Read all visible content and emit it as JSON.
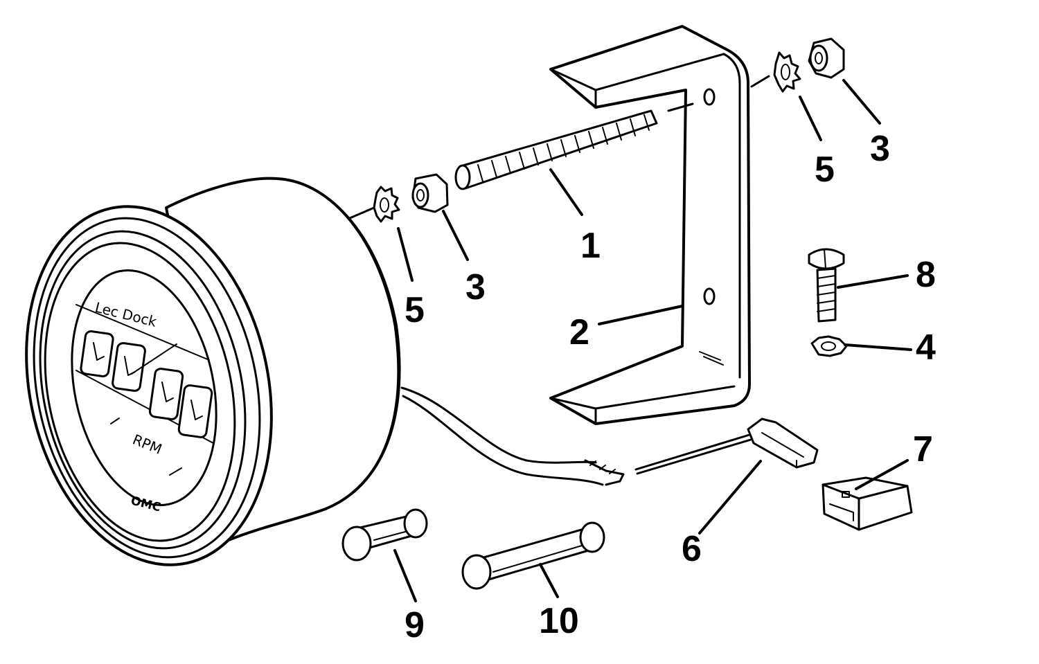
{
  "diagram": {
    "gauge": {
      "dial_label": "RPM",
      "brand": "OMC",
      "top_text": "Lec Dock"
    },
    "callouts": [
      {
        "id": "1",
        "text": "1"
      },
      {
        "id": "2",
        "text": "2"
      },
      {
        "id": "3a",
        "text": "3"
      },
      {
        "id": "3b",
        "text": "3"
      },
      {
        "id": "4",
        "text": "4"
      },
      {
        "id": "5a",
        "text": "5"
      },
      {
        "id": "5b",
        "text": "5"
      },
      {
        "id": "6",
        "text": "6"
      },
      {
        "id": "7",
        "text": "7"
      },
      {
        "id": "8",
        "text": "8"
      },
      {
        "id": "9",
        "text": "9"
      },
      {
        "id": "10",
        "text": "10"
      }
    ]
  }
}
